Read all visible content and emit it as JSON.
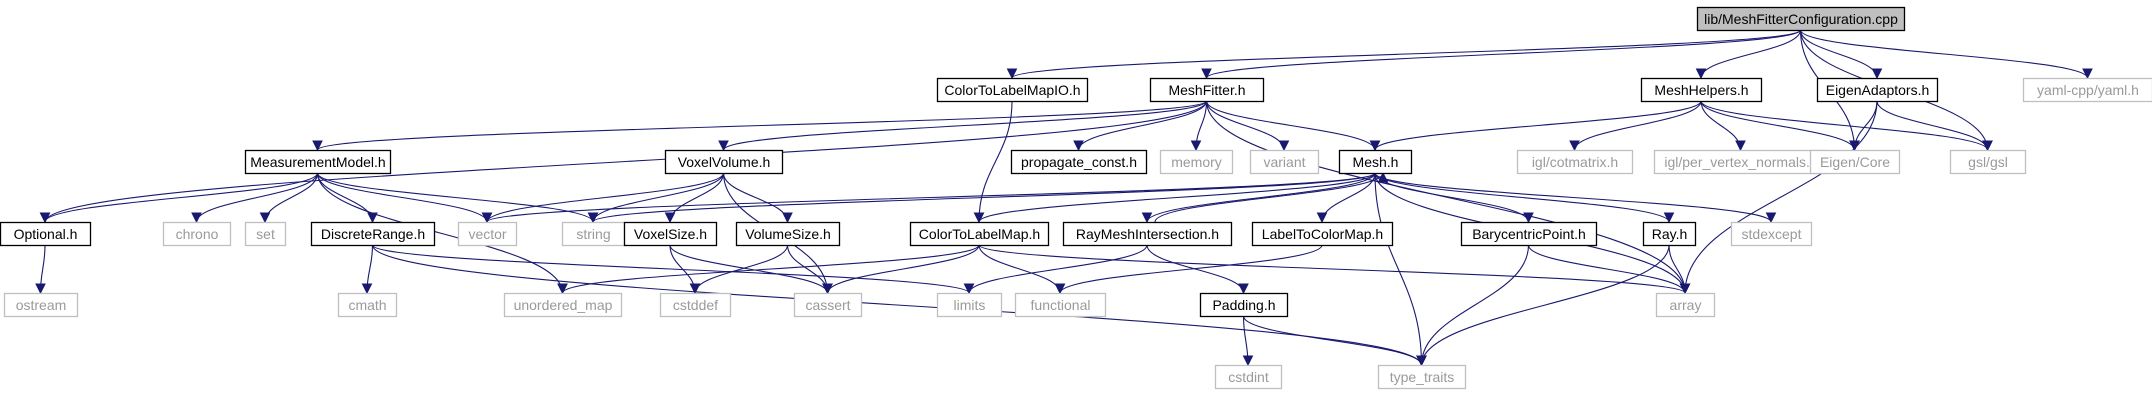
{
  "graph": {
    "root": "lib/MeshFitterConfiguration.cpp",
    "nodes": [
      {
        "id": "root",
        "label": "lib/MeshFitterConfiguration.cpp",
        "kind": "root"
      },
      {
        "id": "colortolabelmapio",
        "label": "ColorToLabelMapIO.h",
        "kind": "project"
      },
      {
        "id": "meshfitter",
        "label": "MeshFitter.h",
        "kind": "project"
      },
      {
        "id": "meshhelpers",
        "label": "MeshHelpers.h",
        "kind": "project"
      },
      {
        "id": "eigenadaptors",
        "label": "EigenAdaptors.h",
        "kind": "project"
      },
      {
        "id": "yamlcpp",
        "label": "yaml-cpp/yaml.h",
        "kind": "system"
      },
      {
        "id": "measurementmodel",
        "label": "MeasurementModel.h",
        "kind": "project"
      },
      {
        "id": "voxelvolume",
        "label": "VoxelVolume.h",
        "kind": "project"
      },
      {
        "id": "propagateconst",
        "label": "propagate_const.h",
        "kind": "project"
      },
      {
        "id": "memory",
        "label": "memory",
        "kind": "system"
      },
      {
        "id": "variant",
        "label": "variant",
        "kind": "system"
      },
      {
        "id": "mesh",
        "label": "Mesh.h",
        "kind": "project"
      },
      {
        "id": "iglcotmatrix",
        "label": "igl/cotmatrix.h",
        "kind": "system"
      },
      {
        "id": "iglpervertex",
        "label": "igl/per_vertex_normals.h",
        "kind": "system"
      },
      {
        "id": "eigencore",
        "label": "Eigen/Core",
        "kind": "system"
      },
      {
        "id": "gsl",
        "label": "gsl/gsl",
        "kind": "system"
      },
      {
        "id": "optional",
        "label": "Optional.h",
        "kind": "project"
      },
      {
        "id": "chrono",
        "label": "chrono",
        "kind": "system"
      },
      {
        "id": "set",
        "label": "set",
        "kind": "system"
      },
      {
        "id": "discreterange",
        "label": "DiscreteRange.h",
        "kind": "project"
      },
      {
        "id": "vector",
        "label": "vector",
        "kind": "system"
      },
      {
        "id": "string",
        "label": "string",
        "kind": "system"
      },
      {
        "id": "voxelsize",
        "label": "VoxelSize.h",
        "kind": "project"
      },
      {
        "id": "volumesize",
        "label": "VolumeSize.h",
        "kind": "project"
      },
      {
        "id": "colortolabelmap",
        "label": "ColorToLabelMap.h",
        "kind": "project"
      },
      {
        "id": "raymeshintersection",
        "label": "RayMeshIntersection.h",
        "kind": "project"
      },
      {
        "id": "labeltocolormap",
        "label": "LabelToColorMap.h",
        "kind": "project"
      },
      {
        "id": "barycentricpoint",
        "label": "BarycentricPoint.h",
        "kind": "project"
      },
      {
        "id": "ray",
        "label": "Ray.h",
        "kind": "project"
      },
      {
        "id": "stdexcept",
        "label": "stdexcept",
        "kind": "system"
      },
      {
        "id": "ostream",
        "label": "ostream",
        "kind": "system"
      },
      {
        "id": "cmath",
        "label": "cmath",
        "kind": "system"
      },
      {
        "id": "unorderedmap",
        "label": "unordered_map",
        "kind": "system"
      },
      {
        "id": "cstddef",
        "label": "cstddef",
        "kind": "system"
      },
      {
        "id": "cassert",
        "label": "cassert",
        "kind": "system"
      },
      {
        "id": "limits",
        "label": "limits",
        "kind": "system"
      },
      {
        "id": "functional",
        "label": "functional",
        "kind": "system"
      },
      {
        "id": "padding",
        "label": "Padding.h",
        "kind": "project"
      },
      {
        "id": "array",
        "label": "array",
        "kind": "system"
      },
      {
        "id": "cstdint",
        "label": "cstdint",
        "kind": "system"
      },
      {
        "id": "typetraits",
        "label": "type_traits",
        "kind": "system"
      }
    ],
    "edges": [
      [
        "root",
        "colortolabelmapio"
      ],
      [
        "root",
        "meshfitter"
      ],
      [
        "root",
        "meshhelpers"
      ],
      [
        "root",
        "eigenadaptors"
      ],
      [
        "root",
        "eigencore"
      ],
      [
        "root",
        "gsl"
      ],
      [
        "root",
        "yamlcpp"
      ],
      [
        "colortolabelmapio",
        "colortolabelmap"
      ],
      [
        "meshfitter",
        "measurementmodel"
      ],
      [
        "meshfitter",
        "optional"
      ],
      [
        "meshfitter",
        "voxelvolume"
      ],
      [
        "meshfitter",
        "propagateconst"
      ],
      [
        "meshfitter",
        "memory"
      ],
      [
        "meshfitter",
        "variant"
      ],
      [
        "meshfitter",
        "mesh"
      ],
      [
        "meshfitter",
        "array"
      ],
      [
        "meshhelpers",
        "mesh"
      ],
      [
        "meshhelpers",
        "iglcotmatrix"
      ],
      [
        "meshhelpers",
        "iglpervertex"
      ],
      [
        "meshhelpers",
        "eigencore"
      ],
      [
        "meshhelpers",
        "gsl"
      ],
      [
        "eigenadaptors",
        "eigencore"
      ],
      [
        "eigenadaptors",
        "gsl"
      ],
      [
        "eigenadaptors",
        "array"
      ],
      [
        "measurementmodel",
        "optional"
      ],
      [
        "measurementmodel",
        "chrono"
      ],
      [
        "measurementmodel",
        "set"
      ],
      [
        "measurementmodel",
        "discreterange"
      ],
      [
        "measurementmodel",
        "vector"
      ],
      [
        "measurementmodel",
        "string"
      ],
      [
        "measurementmodel",
        "unorderedmap"
      ],
      [
        "voxelvolume",
        "vector"
      ],
      [
        "voxelvolume",
        "string"
      ],
      [
        "voxelvolume",
        "voxelsize"
      ],
      [
        "voxelvolume",
        "volumesize"
      ],
      [
        "voxelvolume",
        "cassert"
      ],
      [
        "mesh",
        "vector"
      ],
      [
        "mesh",
        "string"
      ],
      [
        "mesh",
        "colortolabelmap"
      ],
      [
        "mesh",
        "raymeshintersection"
      ],
      [
        "mesh",
        "labeltocolormap"
      ],
      [
        "mesh",
        "barycentricpoint"
      ],
      [
        "mesh",
        "ray"
      ],
      [
        "mesh",
        "stdexcept"
      ],
      [
        "mesh",
        "array"
      ],
      [
        "mesh",
        "typetraits"
      ],
      [
        "raymeshintersection",
        "mesh"
      ],
      [
        "raymeshintersection",
        "limits"
      ],
      [
        "raymeshintersection",
        "padding"
      ],
      [
        "optional",
        "ostream"
      ],
      [
        "discreterange",
        "cmath"
      ],
      [
        "discreterange",
        "limits"
      ],
      [
        "discreterange",
        "typetraits"
      ],
      [
        "voxelsize",
        "cstddef"
      ],
      [
        "voxelsize",
        "cassert"
      ],
      [
        "volumesize",
        "cstddef"
      ],
      [
        "volumesize",
        "cassert"
      ],
      [
        "colortolabelmap",
        "unorderedmap"
      ],
      [
        "colortolabelmap",
        "cassert"
      ],
      [
        "colortolabelmap",
        "functional"
      ],
      [
        "colortolabelmap",
        "array"
      ],
      [
        "labeltocolormap",
        "functional"
      ],
      [
        "barycentricpoint",
        "array"
      ],
      [
        "barycentricpoint",
        "typetraits"
      ],
      [
        "ray",
        "array"
      ],
      [
        "ray",
        "typetraits"
      ],
      [
        "padding",
        "cstdint"
      ],
      [
        "padding",
        "typetraits"
      ]
    ]
  }
}
